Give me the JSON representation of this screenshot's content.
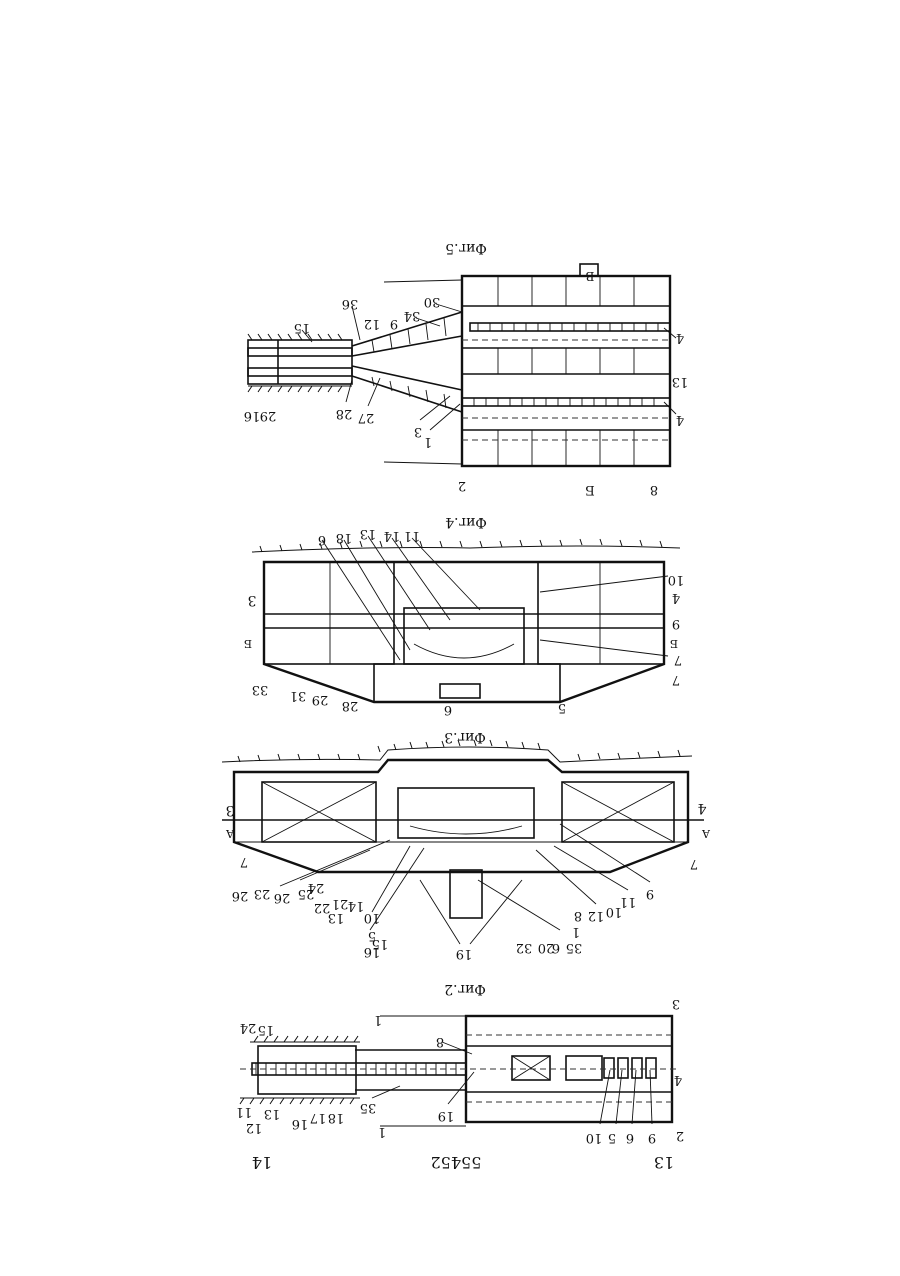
{
  "header": {
    "page_left": "13",
    "patent_number": "55452",
    "page_right": "14"
  },
  "figures": [
    {
      "id": "fig2",
      "caption": "Фиг.2",
      "labels": [
        "3",
        "8",
        "1",
        "4",
        "10",
        "5",
        "6",
        "9",
        "19",
        "2",
        "1",
        "24",
        "15",
        "35",
        "16",
        "17",
        "18",
        "13",
        "12",
        "11"
      ]
    },
    {
      "id": "fig3",
      "caption": "Фиг.3",
      "labels": [
        "3",
        "4",
        "7",
        "9",
        "11",
        "10",
        "12",
        "1",
        "8",
        "35",
        "19",
        "16",
        "5",
        "10",
        "14",
        "21",
        "13",
        "25",
        "26",
        "7",
        "A",
        "A",
        "24",
        "22",
        "23",
        "26",
        "32",
        "20",
        "6",
        "15"
      ]
    },
    {
      "id": "fig4",
      "caption": "Фиг.4",
      "labels": [
        "3",
        "4",
        "7",
        "9",
        "6",
        "11",
        "14",
        "13",
        "10",
        "18",
        "5",
        "6",
        "28",
        "29",
        "31",
        "33",
        "7",
        "Б",
        "Б"
      ]
    },
    {
      "id": "fig5",
      "caption": "Фиг.5",
      "labels": [
        "B",
        "30",
        "34",
        "9",
        "36",
        "15",
        "12",
        "4",
        "13",
        "4",
        "1",
        "3",
        "27",
        "28",
        "29",
        "16",
        "2",
        "Б",
        "8"
      ]
    }
  ]
}
